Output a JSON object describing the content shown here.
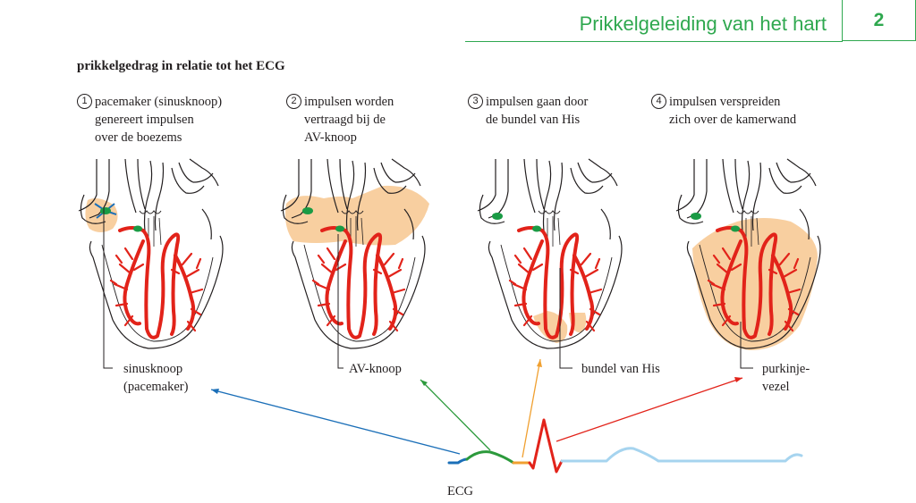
{
  "header": {
    "title": "Prikkelgeleiding van het hart",
    "chapter": "2"
  },
  "section_title": "prikkelgedrag in relatie tot het ECG",
  "steps": [
    {
      "number": "1",
      "text": "pacemaker (sinusknoop)\ngenereert impulsen\nover de boezems"
    },
    {
      "number": "2",
      "text": "impulsen worden\nvertraagd bij de\nAV-knoop"
    },
    {
      "number": "3",
      "text": "impulsen gaan door\nde bundel van His"
    },
    {
      "number": "4",
      "text": "impulsen verspreiden\nzich over de kamerwand"
    }
  ],
  "labels": {
    "sinusknoop": "sinusknoop\n(pacemaker)",
    "av_knoop": "AV-knoop",
    "bundel": "bundel van His",
    "purkinje": "purkinje-\nvezel",
    "ecg": "ECG"
  },
  "colors": {
    "accent": "#2fa84f",
    "conduction": "#e2231a",
    "node": "#1a9b45",
    "highlight": "#f8cfa0",
    "arrow_blue": "#1b6fb8",
    "arrow_green": "#2c9a3c",
    "arrow_orange": "#f0a030",
    "arrow_red": "#e2231a",
    "ecg_tail": "#a6d4ef"
  }
}
